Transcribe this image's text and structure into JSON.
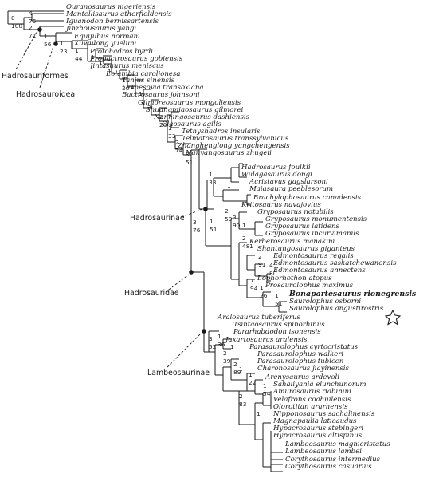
{
  "taxa": [
    "Ouranosaurus nigeriensis",
    "Mantellisaurus atherfieldensis",
    "Iguanodon bernissartensis",
    "Jinzhousaurus yangi",
    "Equijubus normani",
    "Xuwulong yueluni",
    "Protohadros byrdi",
    "Probactrosaurus gobiensis",
    "Jintasaurus meniscus",
    "Eolambia caroljonesa",
    "Tanius sinensis",
    "Levnesovia transoxiana",
    "Bactrosaurus johnsoni",
    "Gilmoreosaurus mongoliensis",
    "Shuangmiaosaurus gilmorei",
    "Nanningosaurus dashiensis",
    "Claosaurus agilis",
    "Tethyshadros insularis",
    "Telmatosaurus transsylvanicus",
    "Zhanghenglong yangchengensis",
    "Nanyangosaurus zhugeii",
    "Hadrosaurus foulkii",
    "Wulagasaurus dongi",
    "Acristavus gagslarsoni",
    "Maiasaura peeblesorum",
    "Brachylophosaurus canadensis",
    "Kritosaurus navajovius",
    "Gryposaurus notabilis",
    "Gryposaurus monumentensis",
    "Gryposaurus latidens",
    "Gryposaurus incurvimanus",
    "Kerberosaurus manakini",
    "Shantungosaurus giganteus",
    "Edmontosaurus regalis",
    "Edmontosaurus saskatchewanensis",
    "Edmontosaurus annectens",
    "Lophorhothon atopus",
    "Prosaurolophus maximus",
    "Bonapartesaurus rionegrensis",
    "Saurolophus osborni",
    "Saurolophus angustirostris",
    "Aralosaurus tuberiferus",
    "Tsintaosaurus spinorhinus",
    "Pararhabdodon isonensis",
    "Jaxartosaurus aralensis",
    "Parasaurolophus cyrtocristatus",
    "Parasaurolophus walkeri",
    "Parasaurolophus tubicen",
    "Charonosaurus jiayinensis",
    "Arenysaurus ardevoli",
    "Sahaliyania elunchunorum",
    "Amurosaurus riabinini",
    "Velafrons coahuilensis",
    "Olorotitan ararhensis",
    "Nipponosaurus sachalinensis",
    "Magnapaulia laticaudus",
    "Hypacrosaurus stebingeri",
    "Hypacrosaurus altispinus",
    "Lambeosaurus magnicristatus",
    "Lambeosaurus lambei",
    "Corythosaurus intermedius",
    "Corythosaurus casuarius"
  ],
  "highlight_taxon": "Bonapartesaurus rionegrensis",
  "clades": [
    "Hadrosauriformes",
    "Hadrosauroidea",
    "Hadrosaurinae",
    "Hadrosauridae",
    "Lambeosaurinae"
  ],
  "support_values": [
    {
      "top": "0",
      "bottom": "100"
    },
    {
      "top": "4",
      "bottom": "75"
    },
    {
      "top": "2",
      "bottom": "71"
    },
    {
      "top": "1",
      "bottom": "56"
    },
    {
      "top": "1",
      "bottom": "23"
    },
    {
      "top": "1",
      "bottom": "44"
    },
    {
      "top": "1",
      "bottom": ""
    },
    {
      "top": "1",
      "bottom": ""
    },
    {
      "top": "1",
      "bottom": ""
    },
    {
      "top": "1",
      "bottom": "20"
    },
    {
      "top": "1",
      "bottom": ""
    },
    {
      "top": "1",
      "bottom": ""
    },
    {
      "top": "2",
      "bottom": ""
    },
    {
      "top": "2",
      "bottom": "20"
    },
    {
      "top": "1",
      "bottom": "33"
    },
    {
      "top": "2",
      "bottom": "74"
    },
    {
      "top": "3",
      "bottom": "51"
    },
    {
      "top": "3",
      "bottom": "76"
    },
    {
      "top": "1",
      "bottom": "33"
    },
    {
      "top": "1",
      "bottom": ""
    },
    {
      "top": "1",
      "bottom": "51"
    },
    {
      "top": "2",
      "bottom": "50"
    },
    {
      "top": "3",
      "bottom": "90"
    },
    {
      "top": "1",
      "bottom": ""
    },
    {
      "top": "2",
      "bottom": "48"
    },
    {
      "top": "1",
      "bottom": ""
    },
    {
      "top": "2",
      "bottom": "91"
    },
    {
      "top": "4",
      "bottom": "80"
    },
    {
      "top": "7",
      "bottom": "94"
    },
    {
      "top": "1",
      "bottom": "26"
    },
    {
      "top": "1",
      "bottom": "51"
    },
    {
      "top": "3",
      "bottom": "52"
    },
    {
      "top": "1",
      "bottom": "36"
    },
    {
      "top": "2",
      "bottom": "39"
    },
    {
      "top": "1",
      "bottom": ""
    },
    {
      "top": "2",
      "bottom": "89"
    },
    {
      "top": "1",
      "bottom": ""
    },
    {
      "top": "1",
      "bottom": "22"
    },
    {
      "top": "2",
      "bottom": "83"
    },
    {
      "top": "1",
      "bottom": "54"
    },
    {
      "top": "1",
      "bottom": ""
    }
  ]
}
